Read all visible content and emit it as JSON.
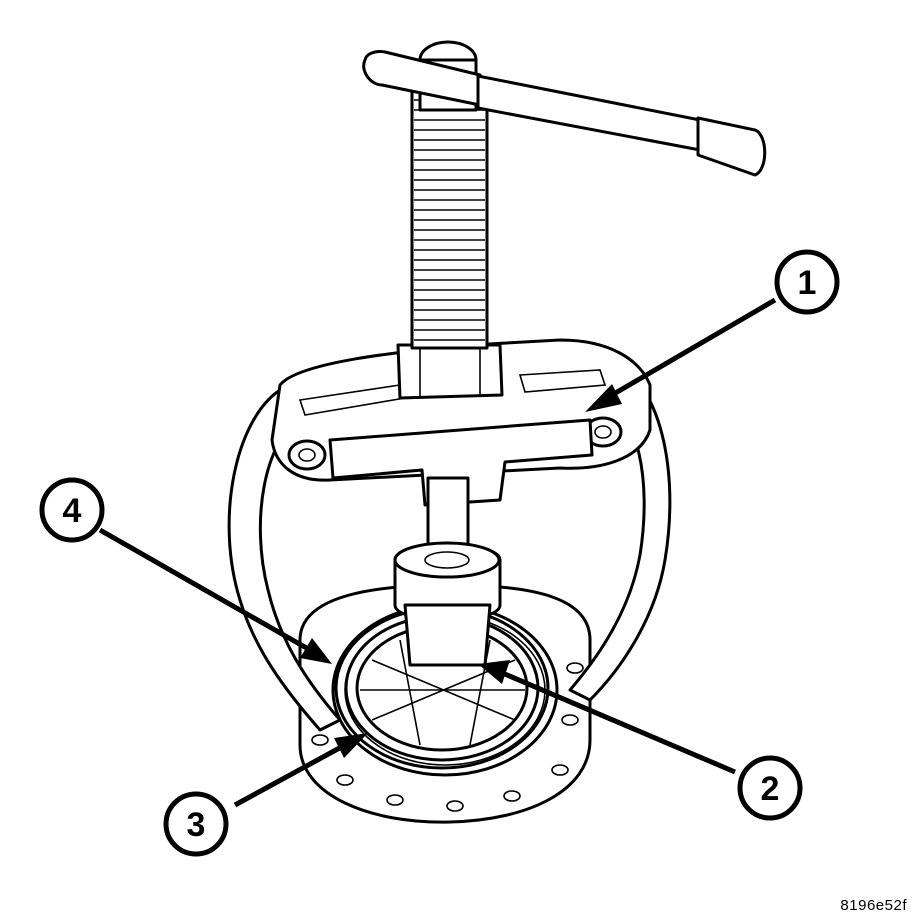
{
  "callouts": [
    {
      "id": "1",
      "label": "1"
    },
    {
      "id": "2",
      "label": "2"
    },
    {
      "id": "3",
      "label": "3"
    },
    {
      "id": "4",
      "label": "4"
    }
  ],
  "figure_code": "8196e52f",
  "colors": {
    "line": "#000000",
    "background": "#ffffff"
  }
}
